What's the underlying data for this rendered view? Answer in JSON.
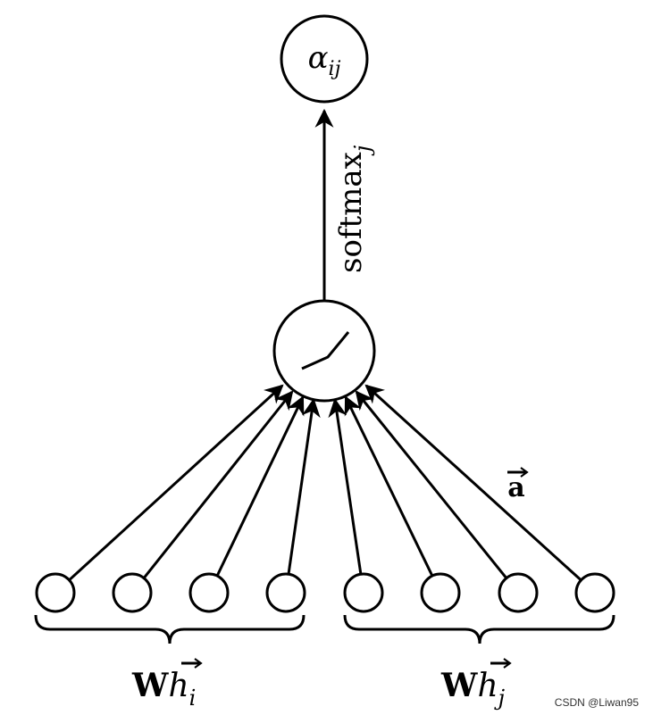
{
  "output": {
    "symbol": "α",
    "subscript": "ij"
  },
  "edge_labels": {
    "softmax_main": "softmax",
    "softmax_sub": "j",
    "attention_vector": "a"
  },
  "groups": [
    {
      "matrix": "W",
      "vector": "h",
      "subscript": "i",
      "node_count": 4
    },
    {
      "matrix": "W",
      "vector": "h",
      "subscript": "j",
      "node_count": 4
    }
  ],
  "watermark": "CSDN @Liwan95",
  "colors": {
    "stroke": "#000000",
    "background": "#ffffff"
  }
}
